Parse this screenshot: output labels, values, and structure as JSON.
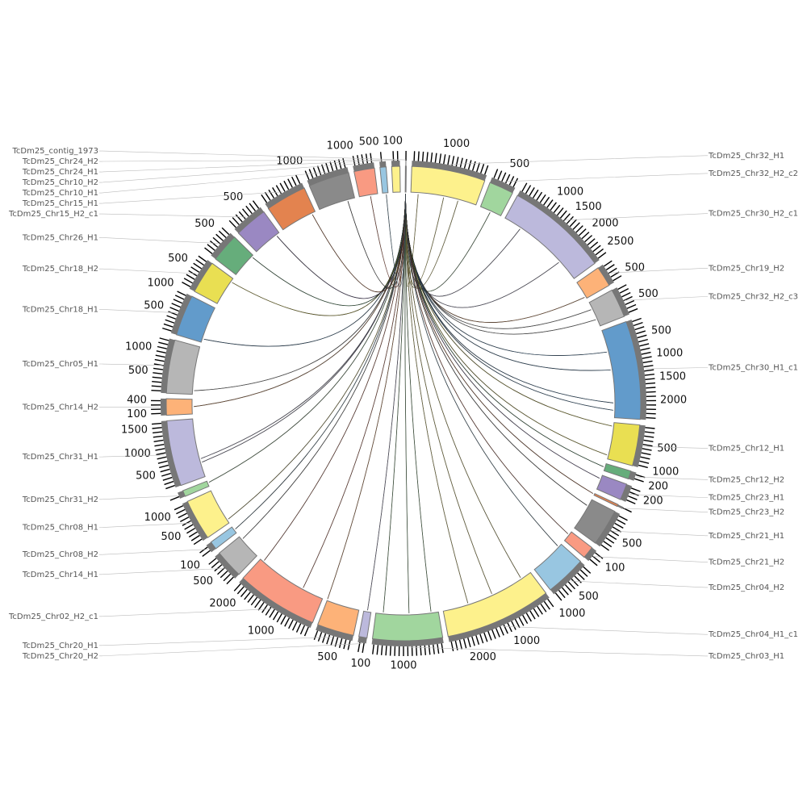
{
  "chart_data": {
    "type": "circos",
    "tick_step_kb": 100,
    "sectors": [
      {
        "name": "TcDm25_Chr32_H1",
        "length": 1800,
        "color": "#fdf18c"
      },
      {
        "name": "TcDm25_Chr32_H2_c2",
        "length": 600,
        "color": "#a1d69e"
      },
      {
        "name": "TcDm25_Chr30_H2_c1",
        "length": 2500,
        "color": "#bcb9dc"
      },
      {
        "name": "TcDm25_Chr19_H2",
        "length": 500,
        "color": "#fdb278"
      },
      {
        "name": "TcDm25_Chr32_H2_c3",
        "length": 700,
        "color": "#b6b6b6"
      },
      {
        "name": "TcDm25_Chr30_H1_c1",
        "length": 2400,
        "color": "#629bcb"
      },
      {
        "name": "TcDm25_Chr12_H1",
        "length": 1000,
        "color": "#e9df52"
      },
      {
        "name": "TcDm25_Chr12_H2",
        "length": 200,
        "color": "#66ad7b"
      },
      {
        "name": "TcDm25_Chr23_H1",
        "length": 400,
        "color": "#9a88c2"
      },
      {
        "name": "TcDm25_Chr23_H2",
        "length": 50,
        "color": "#e3834f"
      },
      {
        "name": "TcDm25_Chr21_H1",
        "length": 900,
        "color": "#8a8a8a"
      },
      {
        "name": "TcDm25_Chr21_H2",
        "length": 300,
        "color": "#f99a82"
      },
      {
        "name": "TcDm25_Chr04_H2",
        "length": 1000,
        "color": "#98c6e1"
      },
      {
        "name": "TcDm25_Chr04_H1_c1",
        "length": 2600,
        "color": "#fdf18c"
      },
      {
        "name": "TcDm25_Chr03_H1",
        "length": 1700,
        "color": "#a1d69e"
      },
      {
        "name": "TcDm25_Chr20_H2",
        "length": 200,
        "color": "#bcb9dc"
      },
      {
        "name": "TcDm25_Chr20_H1",
        "length": 900,
        "color": "#fdb278"
      },
      {
        "name": "TcDm25_Chr02_H2_c1",
        "length": 2000,
        "color": "#f99a82"
      },
      {
        "name": "TcDm25_Chr14_H1",
        "length": 700,
        "color": "#b6b6b6"
      },
      {
        "name": "TcDm25_Chr08_H2",
        "length": 200,
        "color": "#98c6e1"
      },
      {
        "name": "TcDm25_Chr08_H1",
        "length": 1000,
        "color": "#fdf18c"
      },
      {
        "name": "TcDm25_Chr31_H2",
        "length": 150,
        "color": "#a1d69e"
      },
      {
        "name": "TcDm25_Chr31_H1",
        "length": 1600,
        "color": "#bcb9dc"
      },
      {
        "name": "TcDm25_Chr14_H2",
        "length": 400,
        "color": "#fdb278"
      },
      {
        "name": "TcDm25_Chr05_H1",
        "length": 1300,
        "color": "#b6b6b6"
      },
      {
        "name": "TcDm25_Chr18_H1",
        "length": 1000,
        "color": "#629bcb"
      },
      {
        "name": "TcDm25_Chr18_H2",
        "length": 800,
        "color": "#e9df52"
      },
      {
        "name": "TcDm25_Chr26_H1",
        "length": 700,
        "color": "#66ad7b"
      },
      {
        "name": "TcDm25_Chr15_H2_c1",
        "length": 800,
        "color": "#9a88c2"
      },
      {
        "name": "TcDm25_Chr15_H1",
        "length": 1000,
        "color": "#e3834f"
      },
      {
        "name": "TcDm25_Chr10_H1",
        "length": 1000,
        "color": "#8a8a8a"
      },
      {
        "name": "TcDm25_Chr10_H2",
        "length": 500,
        "color": "#f99a82"
      },
      {
        "name": "TcDm25_Chr24_H1",
        "length": 150,
        "color": "#98c6e1"
      },
      {
        "name": "TcDm25_Chr24_H2",
        "length": 200,
        "color": "#fdf18c"
      },
      {
        "name": "TcDm25_contig_1973",
        "length": 20,
        "color": "#b6b6b6"
      }
    ],
    "links": [
      {
        "from": [
          34,
          10
        ],
        "to": [
          0,
          200
        ]
      },
      {
        "from": [
          34,
          10
        ],
        "to": [
          0,
          900
        ]
      },
      {
        "from": [
          34,
          10
        ],
        "to": [
          0,
          1300
        ]
      },
      {
        "from": [
          34,
          10
        ],
        "to": [
          1,
          300
        ]
      },
      {
        "from": [
          34,
          10
        ],
        "to": [
          2,
          500
        ]
      },
      {
        "from": [
          34,
          10
        ],
        "to": [
          2,
          1900
        ]
      },
      {
        "from": [
          34,
          10
        ],
        "to": [
          3,
          450
        ]
      },
      {
        "from": [
          34,
          10
        ],
        "to": [
          4,
          200
        ]
      },
      {
        "from": [
          34,
          10
        ],
        "to": [
          4,
          500
        ]
      },
      {
        "from": [
          34,
          10
        ],
        "to": [
          5,
          600
        ]
      },
      {
        "from": [
          34,
          10
        ],
        "to": [
          5,
          1100
        ]
      },
      {
        "from": [
          34,
          10
        ],
        "to": [
          5,
          2000
        ]
      },
      {
        "from": [
          34,
          10
        ],
        "to": [
          5,
          2200
        ]
      },
      {
        "from": [
          34,
          10
        ],
        "to": [
          6,
          100
        ]
      },
      {
        "from": [
          34,
          10
        ],
        "to": [
          6,
          900
        ]
      },
      {
        "from": [
          34,
          10
        ],
        "to": [
          7,
          100
        ]
      },
      {
        "from": [
          34,
          10
        ],
        "to": [
          8,
          100
        ]
      },
      {
        "from": [
          34,
          10
        ],
        "to": [
          9,
          20
        ]
      },
      {
        "from": [
          34,
          10
        ],
        "to": [
          10,
          200
        ]
      },
      {
        "from": [
          34,
          10
        ],
        "to": [
          11,
          100
        ]
      },
      {
        "from": [
          34,
          10
        ],
        "to": [
          12,
          100
        ]
      },
      {
        "from": [
          34,
          10
        ],
        "to": [
          13,
          300
        ]
      },
      {
        "from": [
          34,
          10
        ],
        "to": [
          13,
          1200
        ]
      },
      {
        "from": [
          34,
          10
        ],
        "to": [
          13,
          1900
        ]
      },
      {
        "from": [
          34,
          10
        ],
        "to": [
          14,
          200
        ]
      },
      {
        "from": [
          34,
          10
        ],
        "to": [
          14,
          800
        ]
      },
      {
        "from": [
          34,
          10
        ],
        "to": [
          14,
          1500
        ]
      },
      {
        "from": [
          34,
          10
        ],
        "to": [
          15,
          100
        ]
      },
      {
        "from": [
          34,
          10
        ],
        "to": [
          16,
          900
        ]
      },
      {
        "from": [
          34,
          10
        ],
        "to": [
          17,
          600
        ]
      },
      {
        "from": [
          34,
          10
        ],
        "to": [
          17,
          1900
        ]
      },
      {
        "from": [
          34,
          10
        ],
        "to": [
          18,
          600
        ]
      },
      {
        "from": [
          34,
          10
        ],
        "to": [
          19,
          100
        ]
      },
      {
        "from": [
          34,
          10
        ],
        "to": [
          20,
          100
        ]
      },
      {
        "from": [
          34,
          10
        ],
        "to": [
          21,
          100
        ]
      },
      {
        "from": [
          34,
          10
        ],
        "to": [
          22,
          400
        ]
      },
      {
        "from": [
          34,
          10
        ],
        "to": [
          22,
          500
        ]
      },
      {
        "from": [
          34,
          10
        ],
        "to": [
          23,
          200
        ]
      },
      {
        "from": [
          34,
          10
        ],
        "to": [
          24,
          100
        ]
      },
      {
        "from": [
          34,
          10
        ],
        "to": [
          25,
          100
        ]
      },
      {
        "from": [
          34,
          10
        ],
        "to": [
          26,
          700
        ]
      },
      {
        "from": [
          34,
          10
        ],
        "to": [
          27,
          650
        ]
      },
      {
        "from": [
          34,
          10
        ],
        "to": [
          28,
          700
        ]
      },
      {
        "from": [
          34,
          10
        ],
        "to": [
          29,
          900
        ]
      },
      {
        "from": [
          34,
          10
        ],
        "to": [
          30,
          800
        ]
      },
      {
        "from": [
          34,
          10
        ],
        "to": [
          31,
          300
        ]
      },
      {
        "from": [
          34,
          10
        ],
        "to": [
          32,
          100
        ]
      }
    ]
  }
}
